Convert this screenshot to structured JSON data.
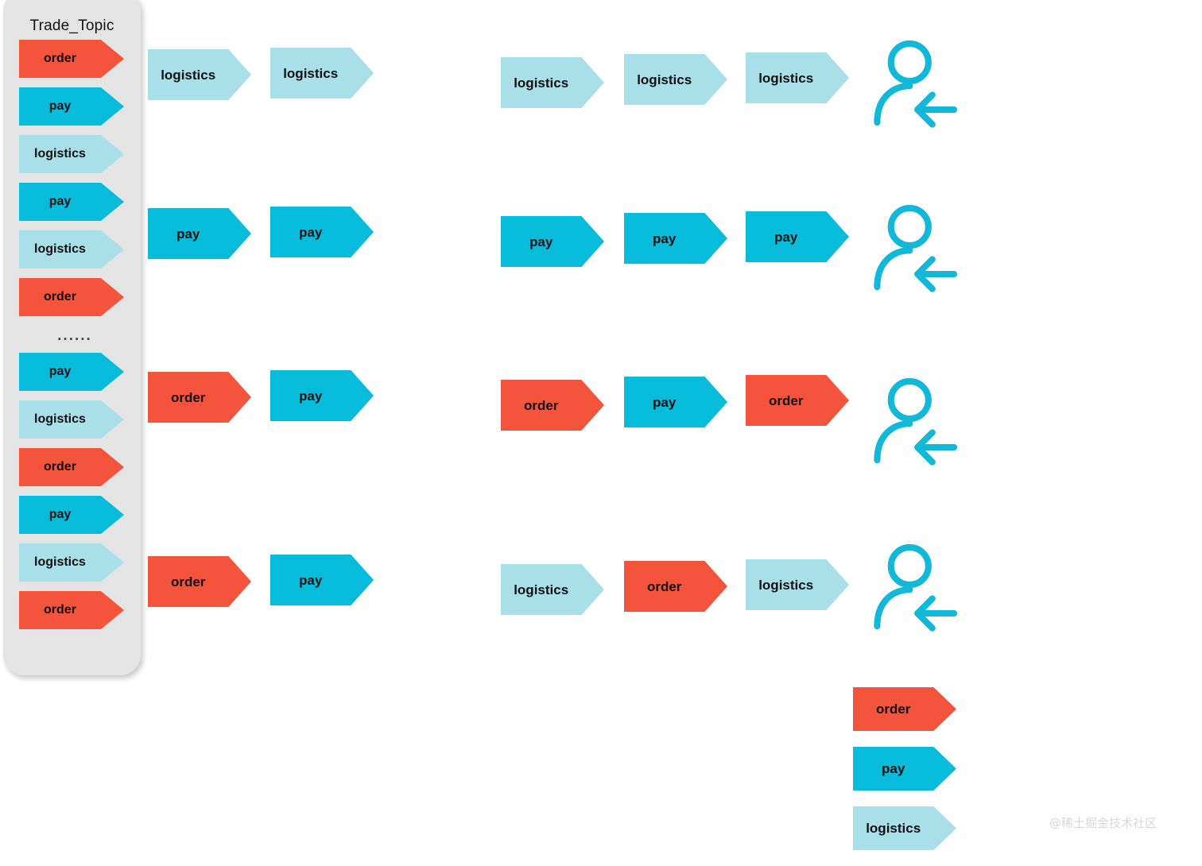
{
  "topic_panel": {
    "title": "Trade_Topic",
    "ellipsis": "......",
    "messages": [
      {
        "label": "order",
        "type": "order"
      },
      {
        "label": "pay",
        "type": "pay"
      },
      {
        "label": "logistics",
        "type": "logistics"
      },
      {
        "label": "pay",
        "type": "pay"
      },
      {
        "label": "logistics",
        "type": "logistics"
      },
      {
        "label": "order",
        "type": "order"
      }
    ],
    "messages_after_ellipsis": [
      {
        "label": "pay",
        "type": "pay"
      },
      {
        "label": "logistics",
        "type": "logistics"
      },
      {
        "label": "order",
        "type": "order"
      },
      {
        "label": "pay",
        "type": "pay"
      },
      {
        "label": "logistics",
        "type": "logistics"
      },
      {
        "label": "order",
        "type": "order"
      }
    ]
  },
  "consumer_rows": [
    {
      "name": "consumer-row-1",
      "left_group": [
        {
          "label": "logistics",
          "type": "logistics"
        },
        {
          "label": "logistics",
          "type": "logistics"
        }
      ],
      "right_group": [
        {
          "label": "logistics",
          "type": "logistics"
        },
        {
          "label": "logistics",
          "type": "logistics"
        },
        {
          "label": "logistics",
          "type": "logistics"
        }
      ]
    },
    {
      "name": "consumer-row-2",
      "left_group": [
        {
          "label": "pay",
          "type": "pay"
        },
        {
          "label": "pay",
          "type": "pay"
        }
      ],
      "right_group": [
        {
          "label": "pay",
          "type": "pay"
        },
        {
          "label": "pay",
          "type": "pay"
        },
        {
          "label": "pay",
          "type": "pay"
        }
      ]
    },
    {
      "name": "consumer-row-3",
      "left_group": [
        {
          "label": "order",
          "type": "order"
        },
        {
          "label": "pay",
          "type": "pay"
        }
      ],
      "right_group": [
        {
          "label": "order",
          "type": "order"
        },
        {
          "label": "pay",
          "type": "pay"
        },
        {
          "label": "order",
          "type": "order"
        }
      ]
    },
    {
      "name": "consumer-row-4",
      "left_group": [
        {
          "label": "order",
          "type": "order"
        },
        {
          "label": "pay",
          "type": "pay"
        }
      ],
      "right_group": [
        {
          "label": "logistics",
          "type": "logistics"
        },
        {
          "label": "order",
          "type": "order"
        },
        {
          "label": "logistics",
          "type": "logistics"
        }
      ]
    }
  ],
  "legend": [
    {
      "label": "order",
      "type": "order"
    },
    {
      "label": "pay",
      "type": "pay"
    },
    {
      "label": "logistics",
      "type": "logistics"
    }
  ],
  "watermark": "@稀土掘金技术社区",
  "colors": {
    "order": "#f4543c",
    "pay": "#06bcda",
    "logistics": "#a9dfe9",
    "panel_background": "#e4e4e4",
    "person_icon": "#12b8d8",
    "page_background": "#ffffff"
  },
  "icons": {
    "consumer": "person-arrow-left-icon"
  }
}
